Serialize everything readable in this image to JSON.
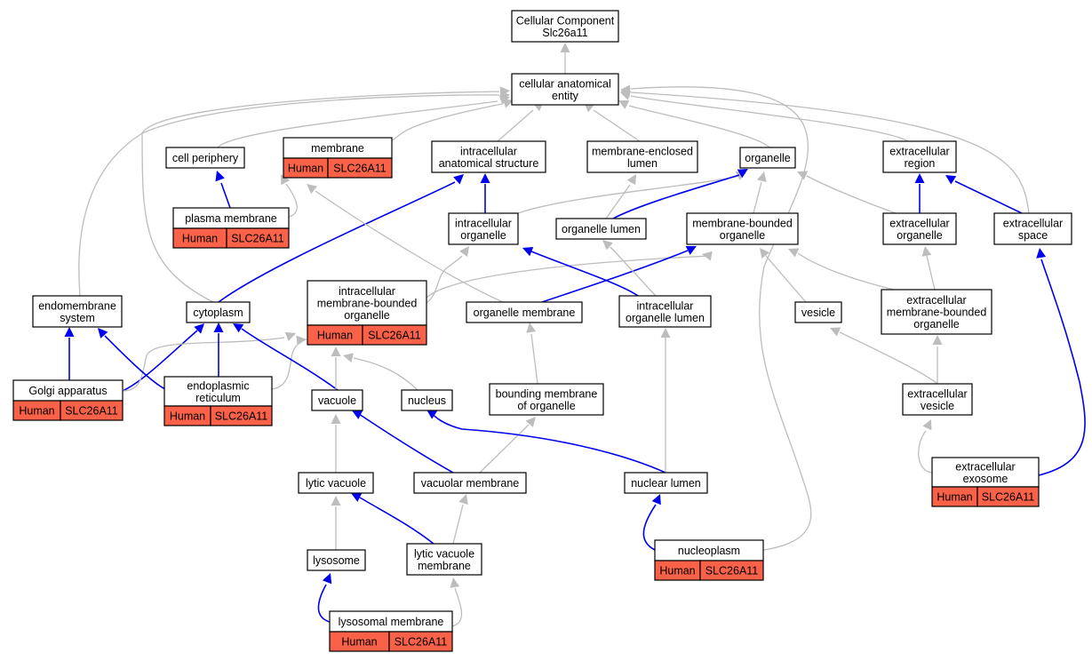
{
  "colors": {
    "is_a_edge": "#bdbdbd",
    "part_of_edge": "#0000ee",
    "annotation_fill": "#f96148",
    "node_fill": "#ffffff",
    "node_border": "#000000"
  },
  "nodes": [
    {
      "id": "root",
      "lines": [
        "Cellular Component",
        "Slc26a11"
      ]
    },
    {
      "id": "cae",
      "lines": [
        "cellular anatomical",
        "entity"
      ]
    },
    {
      "id": "cellper",
      "lines": [
        "cell periphery"
      ]
    },
    {
      "id": "membrane",
      "lines": [
        "membrane"
      ],
      "annotation": {
        "species": "Human",
        "gene": "SLC26A11"
      }
    },
    {
      "id": "ias",
      "lines": [
        "intracellular",
        "anatomical structure"
      ]
    },
    {
      "id": "mel",
      "lines": [
        "membrane-enclosed",
        "lumen"
      ]
    },
    {
      "id": "organelle",
      "lines": [
        "organelle"
      ]
    },
    {
      "id": "ecregion",
      "lines": [
        "extracellular",
        "region"
      ]
    },
    {
      "id": "pm",
      "lines": [
        "plasma membrane"
      ],
      "annotation": {
        "species": "Human",
        "gene": "SLC26A11"
      }
    },
    {
      "id": "io",
      "lines": [
        "intracellular",
        "organelle"
      ]
    },
    {
      "id": "ol",
      "lines": [
        "organelle lumen"
      ]
    },
    {
      "id": "mbo",
      "lines": [
        "membrane-bounded",
        "organelle"
      ]
    },
    {
      "id": "eco",
      "lines": [
        "extracellular",
        "organelle"
      ]
    },
    {
      "id": "ecs",
      "lines": [
        "extracellular",
        "space"
      ]
    },
    {
      "id": "ems",
      "lines": [
        "endomembrane",
        "system"
      ]
    },
    {
      "id": "cyto",
      "lines": [
        "cytoplasm"
      ]
    },
    {
      "id": "imbo",
      "lines": [
        "intracellular",
        "membrane-bounded",
        "organelle"
      ],
      "annotation": {
        "species": "Human",
        "gene": "SLC26A11"
      }
    },
    {
      "id": "om",
      "lines": [
        "organelle membrane"
      ]
    },
    {
      "id": "iol",
      "lines": [
        "intracellular",
        "organelle lumen"
      ]
    },
    {
      "id": "vesicle",
      "lines": [
        "vesicle"
      ]
    },
    {
      "id": "ecmbo",
      "lines": [
        "extracellular",
        "membrane-bounded",
        "organelle"
      ]
    },
    {
      "id": "golgi",
      "lines": [
        "Golgi apparatus"
      ],
      "annotation": {
        "species": "Human",
        "gene": "SLC26A11"
      }
    },
    {
      "id": "er",
      "lines": [
        "endoplasmic",
        "reticulum"
      ],
      "annotation": {
        "species": "Human",
        "gene": "SLC26A11"
      }
    },
    {
      "id": "vacuole",
      "lines": [
        "vacuole"
      ]
    },
    {
      "id": "nucleus",
      "lines": [
        "nucleus"
      ]
    },
    {
      "id": "bmo",
      "lines": [
        "bounding membrane",
        "of organelle"
      ]
    },
    {
      "id": "ecv",
      "lines": [
        "extracellular",
        "vesicle"
      ]
    },
    {
      "id": "lv",
      "lines": [
        "lytic vacuole"
      ]
    },
    {
      "id": "vm",
      "lines": [
        "vacuolar membrane"
      ]
    },
    {
      "id": "nl",
      "lines": [
        "nuclear lumen"
      ]
    },
    {
      "id": "exo",
      "lines": [
        "extracellular",
        "exosome"
      ],
      "annotation": {
        "species": "Human",
        "gene": "SLC26A11"
      }
    },
    {
      "id": "lyso",
      "lines": [
        "lysosome"
      ]
    },
    {
      "id": "lvm",
      "lines": [
        "lytic vacuole",
        "membrane"
      ]
    },
    {
      "id": "np",
      "lines": [
        "nucleoplasm"
      ],
      "annotation": {
        "species": "Human",
        "gene": "SLC26A11"
      }
    },
    {
      "id": "lysm",
      "lines": [
        "lysosomal membrane"
      ],
      "annotation": {
        "species": "Human",
        "gene": "SLC26A11"
      }
    }
  ],
  "edges": [
    {
      "from": "cae",
      "to": "root",
      "type": "is_a"
    },
    {
      "from": "cellper",
      "to": "cae",
      "type": "is_a"
    },
    {
      "from": "membrane",
      "to": "cae",
      "type": "is_a"
    },
    {
      "from": "ias",
      "to": "cae",
      "type": "is_a"
    },
    {
      "from": "mel",
      "to": "cae",
      "type": "is_a"
    },
    {
      "from": "organelle",
      "to": "cae",
      "type": "is_a"
    },
    {
      "from": "ecregion",
      "to": "cae",
      "type": "is_a"
    },
    {
      "from": "ems",
      "to": "cae",
      "type": "is_a"
    },
    {
      "from": "cyto",
      "to": "cae",
      "type": "is_a"
    },
    {
      "from": "ecs",
      "to": "cae",
      "type": "is_a"
    },
    {
      "from": "np",
      "to": "cae",
      "type": "is_a"
    },
    {
      "from": "pm",
      "to": "cellper",
      "type": "part_of"
    },
    {
      "from": "pm",
      "to": "membrane",
      "type": "is_a"
    },
    {
      "from": "io",
      "to": "ias",
      "type": "part_of"
    },
    {
      "from": "io",
      "to": "organelle",
      "type": "is_a"
    },
    {
      "from": "ol",
      "to": "mel",
      "type": "is_a"
    },
    {
      "from": "ol",
      "to": "organelle",
      "type": "part_of"
    },
    {
      "from": "mbo",
      "to": "organelle",
      "type": "is_a"
    },
    {
      "from": "eco",
      "to": "organelle",
      "type": "is_a"
    },
    {
      "from": "eco",
      "to": "ecregion",
      "type": "part_of"
    },
    {
      "from": "ecs",
      "to": "ecregion",
      "type": "part_of"
    },
    {
      "from": "cyto",
      "to": "ias",
      "type": "part_of"
    },
    {
      "from": "imbo",
      "to": "io",
      "type": "is_a"
    },
    {
      "from": "imbo",
      "to": "mbo",
      "type": "is_a"
    },
    {
      "from": "om",
      "to": "membrane",
      "type": "is_a"
    },
    {
      "from": "om",
      "to": "mbo",
      "type": "part_of"
    },
    {
      "from": "iol",
      "to": "ol",
      "type": "is_a"
    },
    {
      "from": "iol",
      "to": "io",
      "type": "part_of"
    },
    {
      "from": "vesicle",
      "to": "mbo",
      "type": "is_a"
    },
    {
      "from": "ecmbo",
      "to": "mbo",
      "type": "is_a"
    },
    {
      "from": "ecmbo",
      "to": "eco",
      "type": "is_a"
    },
    {
      "from": "golgi",
      "to": "ems",
      "type": "part_of"
    },
    {
      "from": "golgi",
      "to": "cyto",
      "type": "part_of"
    },
    {
      "from": "golgi",
      "to": "imbo",
      "type": "is_a"
    },
    {
      "from": "er",
      "to": "ems",
      "type": "part_of"
    },
    {
      "from": "er",
      "to": "cyto",
      "type": "part_of"
    },
    {
      "from": "er",
      "to": "imbo",
      "type": "is_a"
    },
    {
      "from": "vacuole",
      "to": "cyto",
      "type": "part_of"
    },
    {
      "from": "vacuole",
      "to": "imbo",
      "type": "is_a"
    },
    {
      "from": "nucleus",
      "to": "imbo",
      "type": "is_a"
    },
    {
      "from": "bmo",
      "to": "om",
      "type": "is_a"
    },
    {
      "from": "ecv",
      "to": "vesicle",
      "type": "is_a"
    },
    {
      "from": "ecv",
      "to": "ecmbo",
      "type": "is_a"
    },
    {
      "from": "lv",
      "to": "vacuole",
      "type": "is_a"
    },
    {
      "from": "vm",
      "to": "vacuole",
      "type": "part_of"
    },
    {
      "from": "vm",
      "to": "bmo",
      "type": "is_a"
    },
    {
      "from": "nl",
      "to": "nucleus",
      "type": "part_of"
    },
    {
      "from": "nl",
      "to": "iol",
      "type": "is_a"
    },
    {
      "from": "exo",
      "to": "ecv",
      "type": "is_a"
    },
    {
      "from": "exo",
      "to": "ecs",
      "type": "part_of"
    },
    {
      "from": "lyso",
      "to": "lv",
      "type": "is_a"
    },
    {
      "from": "lvm",
      "to": "lv",
      "type": "part_of"
    },
    {
      "from": "lvm",
      "to": "vm",
      "type": "is_a"
    },
    {
      "from": "np",
      "to": "nl",
      "type": "part_of"
    },
    {
      "from": "lysm",
      "to": "lyso",
      "type": "part_of"
    },
    {
      "from": "lysm",
      "to": "lvm",
      "type": "is_a"
    }
  ]
}
